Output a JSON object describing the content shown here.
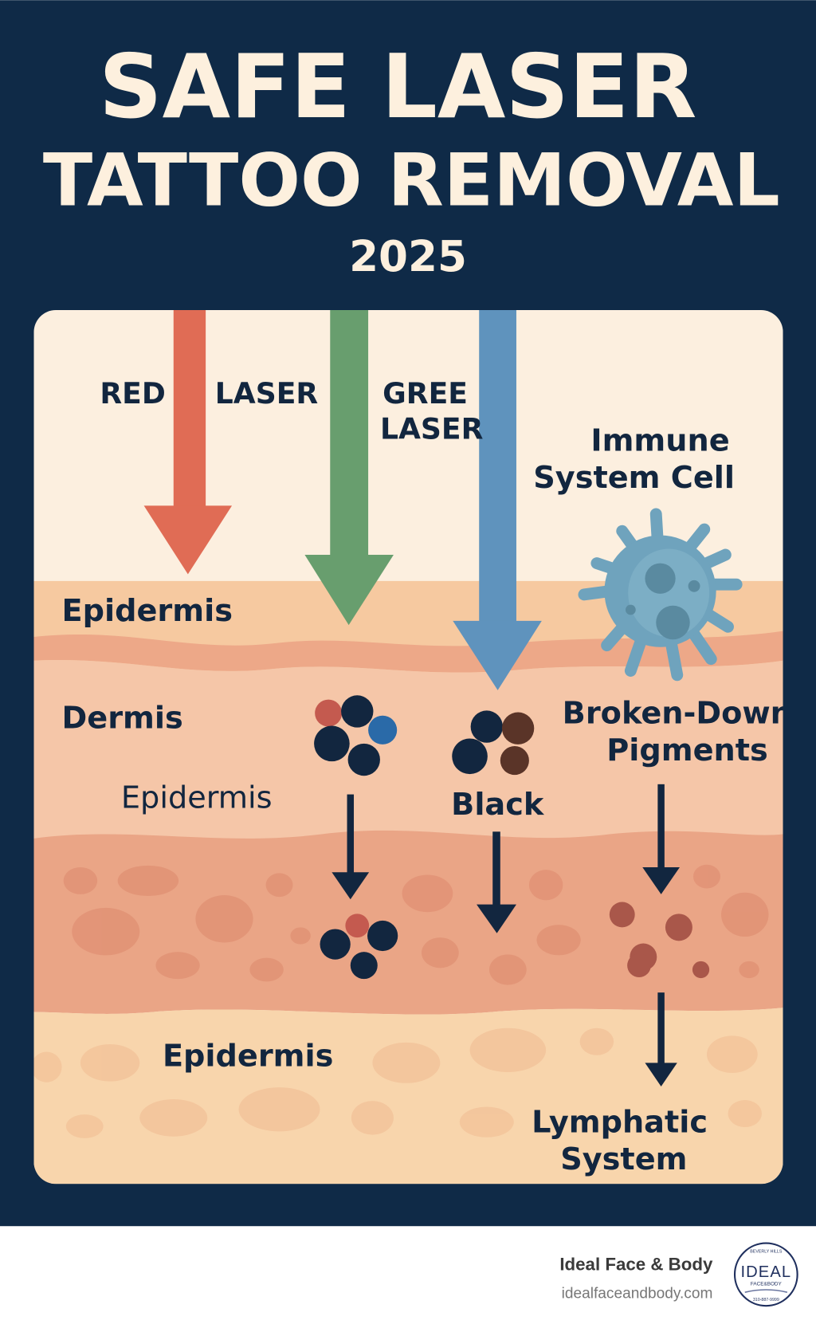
{
  "header": {
    "title_line1": "SAFE LASER",
    "title_line2": "TATTOO REMOVAL",
    "year": "2025"
  },
  "diagram": {
    "laser_labels": {
      "red_1": "RED",
      "red_2": "LASER",
      "green_1": "GREE",
      "green_2": "LASER"
    },
    "immune_label_1": "Immune",
    "immune_label_2": "System Cell",
    "layers": {
      "epidermis_top": "Epidermis",
      "dermis": "Dermis",
      "epidermis_mid": "Epidermis",
      "epidermis_bottom": "Epidermis"
    },
    "black_label": "Black",
    "broken_label_1": "Broken-Down",
    "broken_label_2": "Pigments",
    "lymph_label_1": "Lymphatic",
    "lymph_label_2": "System",
    "colors": {
      "navy": "#0f2a47",
      "red_laser": "#e06c55",
      "green_laser": "#689e6e",
      "blue_laser": "#5f93bd"
    }
  },
  "footer": {
    "brand_name": "Ideal Face & Body",
    "website": "idealfaceandbody.com",
    "logo": {
      "top": "BEVERLY HILLS",
      "main": "IDEAL",
      "sub": "FACE&BODY",
      "phone": "310-887-9999"
    }
  }
}
